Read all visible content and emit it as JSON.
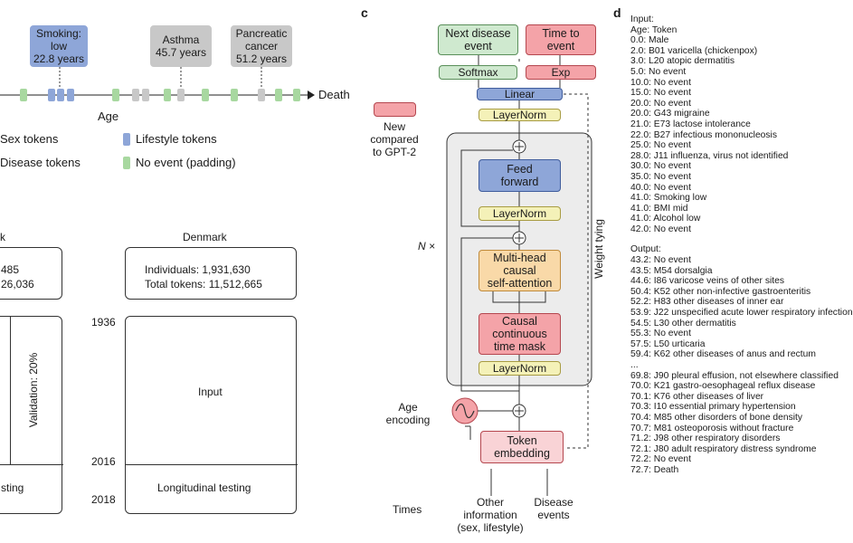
{
  "panel_a": {
    "events": [
      {
        "label": "Smoking:\nlow\n22.8 years"
      },
      {
        "label": "Asthma\n45.7 years"
      },
      {
        "label": "Pancreatic\ncancer\n51.2 years"
      }
    ],
    "death_label": "Death",
    "age_label": "Age",
    "legend": {
      "sex": "Sex tokens",
      "lifestyle": "Lifestyle tokens",
      "disease": "Disease tokens",
      "no_event": "No event (padding)"
    }
  },
  "panel_b": {
    "uk_title_fragment": "k",
    "uk_individuals_fragment": "485",
    "uk_tokens_fragment": "26,036",
    "validation_label": "Validation: 20%",
    "testing_fragment": "sting",
    "denmark_title": "Denmark",
    "dk_individuals": "Individuals: 1,931,630",
    "dk_tokens": "Total tokens: 11,512,665",
    "year_1936": "1936",
    "year_2016": "2016",
    "year_2018": "2018",
    "input_label": "Input",
    "longitudinal_label": "Longitudinal testing"
  },
  "panel_c": {
    "letter": "c",
    "next_disease": "Next disease\nevent",
    "time_to_event": "Time to\nevent",
    "softmax": "Softmax",
    "exp": "Exp",
    "linear": "Linear",
    "layernorm": "LayerNorm",
    "feed_forward": "Feed\nforward",
    "multi_head": "Multi-head\ncausal\nself-attention",
    "causal_mask": "Causal\ncontinuous\ntime mask",
    "token_embedding": "Token\nembedding",
    "n_times": "N ×",
    "weight_tying": "Weight tying",
    "new_compared": "New\ncompared\nto GPT-2",
    "age_encoding": "Age\nencoding",
    "times": "Times",
    "other_info": "Other\ninformation\n(sex, lifestyle)",
    "disease_events": "Disease\nevents",
    "colors": {
      "green": "#cfe9cf",
      "green_border": "#5a8f5a",
      "pink": "#f4a3a8",
      "pink_border": "#b5474f",
      "blue": "#8ea6d8",
      "blue_border": "#3f5c9c",
      "yellow": "#f4f1b8",
      "yellow_border": "#a89c42",
      "orange": "#f9d9a8",
      "orange_border": "#c08a3a",
      "token_pink": "#f9d3d6",
      "block_bg": "#ececec"
    }
  },
  "panel_d": {
    "letter": "d",
    "input_header": "Input:",
    "input_rows": [
      "Age: Token",
      "0.0:  Male",
      "2.0:  B01 varicella (chickenpox)",
      "3.0:  L20 atopic dermatitis",
      "5.0:  No event",
      "10.0: No event",
      "15.0: No event",
      "20.0: No event",
      "20.0: G43 migraine",
      "21.0: E73 lactose intolerance",
      "22.0: B27 infectious mononucleosis",
      "25.0: No event",
      "28.0: J11 influenza, virus not identified",
      "30.0: No event",
      "35.0: No event",
      "40.0: No event",
      "41.0: Smoking low",
      "41.0: BMI mid",
      "41.0: Alcohol low",
      "42.0: No event"
    ],
    "output_header": "Output:",
    "output_rows": [
      "43.2: No event",
      "43.5: M54 dorsalgia",
      "44.6: I86 varicose veins of other sites",
      "50.4: K52 other non-infective gastroenteritis",
      "52.2: H83 other diseases of inner ear",
      "53.9: J22 unspecified acute lower respiratory infection",
      "54.5: L30 other dermatitis",
      "55.3: No event",
      "57.5: L50 urticaria",
      "59.4: K62 other diseases of anus and rectum",
      "...",
      "69.8: J90 pleural effusion, not elsewhere classified",
      "70.0: K21 gastro-oesophageal reflux disease",
      "70.1: K76 other diseases of liver",
      "70.3: I10 essential primary hypertension",
      "70.4: M85 other disorders of bone density",
      "70.7: M81 osteoporosis without fracture",
      "71.2: J98 other respiratory disorders",
      "72.1: J80 adult respiratory distress syndrome",
      "72.2: No event",
      "72.7: Death"
    ]
  }
}
